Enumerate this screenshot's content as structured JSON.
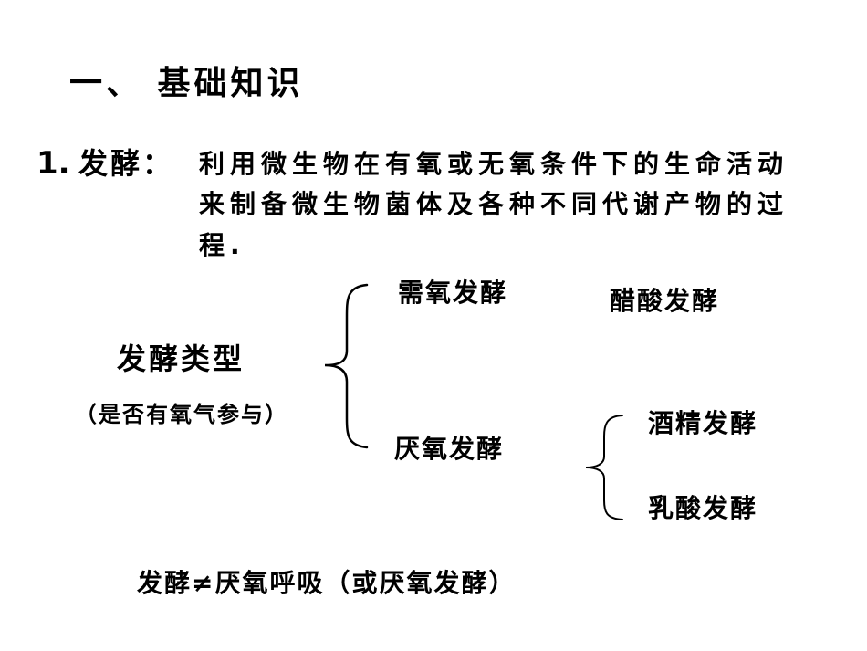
{
  "section": {
    "title": "一、 基础知识"
  },
  "definition": {
    "number": "1.",
    "term": "发酵：",
    "lines": [
      "利用微生物在有氧或无氧条件下的生命活动",
      "来制备微生物菌体及各种不同代谢产物的过",
      "程."
    ]
  },
  "types": {
    "title": "发酵类型",
    "subtitle": "（是否有氧气参与）",
    "aerobic": "需氧发酵",
    "aerobic_example": "醋酸发酵",
    "anaerobic": "厌氧发酵",
    "anaerobic_examples": [
      "酒精发酵",
      "乳酸发酵"
    ]
  },
  "note": "发酵≠厌氧呼吸（或厌氧发酵）"
}
